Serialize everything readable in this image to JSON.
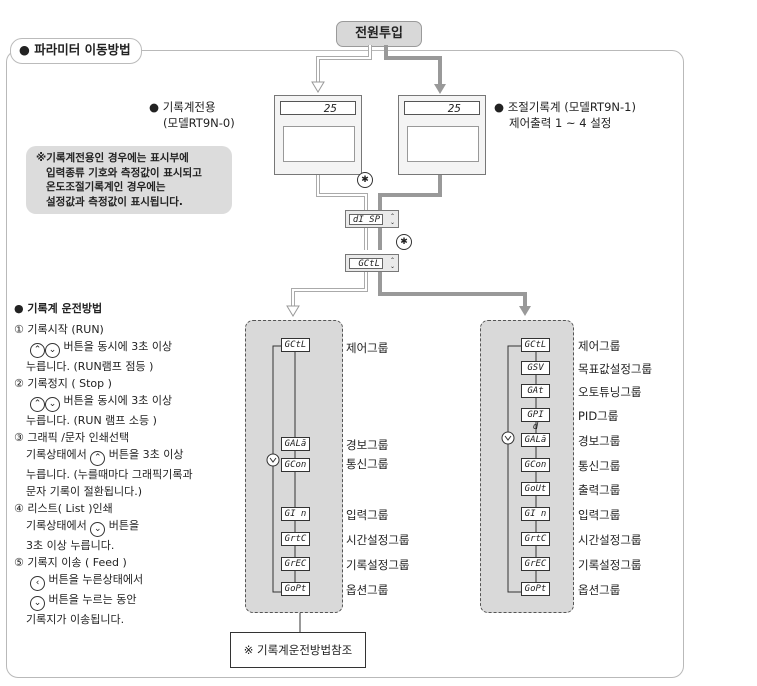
{
  "power": "전원투입",
  "section_tab": "● 파라미터 이동방법",
  "left_device": {
    "line1": "● 기록계전용",
    "line2": "(모델RT9N-0)",
    "display": "25"
  },
  "right_device": {
    "line1": "● 조절기록계 (모델RT9N-1)",
    "line2": "제어출력 1 ~ 4 설정",
    "display": "25"
  },
  "note": [
    "※기록계전용인 경우에는 표시부에",
    "입력종류 기호와 측정값이 표시되고",
    "온도조절기록계인 경우에는",
    "설정값과 측정값이 표시됩니다."
  ],
  "disp_top": "dI SP",
  "disp_mid": "GCtL",
  "left_panel": [
    {
      "code": "GCtL",
      "label": "제어그룹"
    },
    {
      "code": "GALā",
      "label": "경보그룹"
    },
    {
      "code": "GCon",
      "label": "통신그룹"
    },
    {
      "code": "GI n",
      "label": "입력그룹"
    },
    {
      "code": "GrtC",
      "label": "시간설정그룹"
    },
    {
      "code": "GrEC",
      "label": "기록설정그룹"
    },
    {
      "code": "GoPt",
      "label": "옵션그룹"
    }
  ],
  "right_panel": [
    {
      "code": "GCtL",
      "label": "제어그룹"
    },
    {
      "code": "GSV",
      "label": "목표값설정그룹"
    },
    {
      "code": "GAt",
      "label": "오토튜닝그룹"
    },
    {
      "code": "GPI d",
      "label": "PID그룹"
    },
    {
      "code": "GALā",
      "label": "경보그룹"
    },
    {
      "code": "GCon",
      "label": "통신그룹"
    },
    {
      "code": "GoUt",
      "label": "출력그룹"
    },
    {
      "code": "GI n",
      "label": "입력그룹"
    },
    {
      "code": "GrtC",
      "label": "시간설정그룹"
    },
    {
      "code": "GrEC",
      "label": "기록설정그룹"
    },
    {
      "code": "GoPt",
      "label": "옵션그룹"
    }
  ],
  "reference": "※ 기록계운전방법참조",
  "operation": {
    "title": "● 기록계 운전방법",
    "s1_title": "① 기록시작 (RUN)",
    "s1_a": "버튼을 동시에 3초 이상",
    "s1_b": "누릅니다. (RUN램프 점등 )",
    "s2_title": "② 기록정지 ( Stop )",
    "s2_a": "버튼을 동시에 3초 이상",
    "s2_b": "누릅니다. (RUN 램프 소등 )",
    "s3_title": "③ 그래픽 /문자 인쇄선택",
    "s3_a": "기록상태에서",
    "s3_a2": "버튼을 3초 이상",
    "s3_b": "누릅니다. (누를때마다 그래픽기록과",
    "s3_c": "문자 기록이 절환됩니다.)",
    "s4_title": "④ 리스트( List )인쇄",
    "s4_a": "기록상태에서",
    "s4_a2": "버튼을",
    "s4_b": "3초 이상 누릅니다.",
    "s5_title": "⑤ 기록지 이송 ( Feed )",
    "s5_a": "버튼을 누른상태에서",
    "s5_b": "버튼을 누르는 동안",
    "s5_c": "기록지가 이송됩니다."
  }
}
